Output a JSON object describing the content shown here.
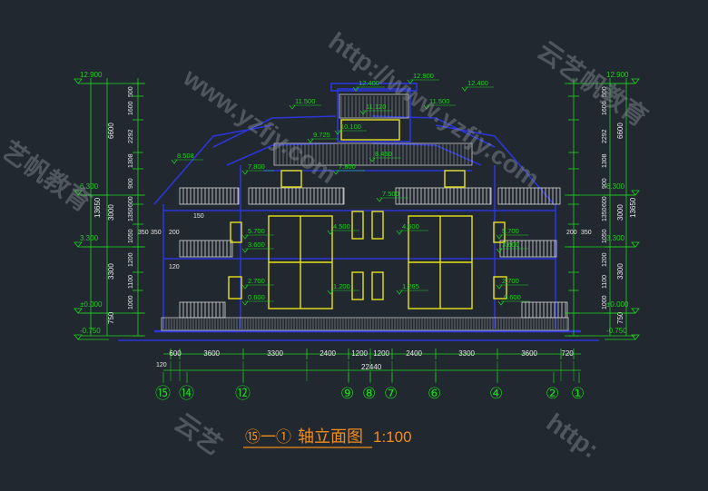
{
  "drawing": {
    "title_prefix": "⑮一①",
    "title_main": "轴立面图",
    "title_scale": "1:100",
    "colors": {
      "background": "#212830",
      "dimension": "#1fd11f",
      "structure": "#2c36d8",
      "window": "#e8e21a",
      "rail": "#d8d8d8",
      "text_white": "#e8e8e8",
      "title": "#f08c1e",
      "watermark": "#8a8f96"
    }
  },
  "elevations": {
    "left": [
      {
        "value": "12.900"
      },
      {
        "value": "6.300"
      },
      {
        "value": "3.300"
      },
      {
        "value": "±0.000"
      },
      {
        "value": "-0.750"
      }
    ],
    "right": [
      {
        "value": "12.900"
      },
      {
        "value": "6.300"
      },
      {
        "value": "3.300"
      },
      {
        "value": "±0.000"
      },
      {
        "value": "-0.750"
      }
    ],
    "roof": [
      {
        "value": "12.900"
      },
      {
        "value": "12.400"
      },
      {
        "value": "12.400"
      },
      {
        "value": "11.500"
      },
      {
        "value": "11.500"
      },
      {
        "value": "11.120"
      },
      {
        "value": "10.100"
      },
      {
        "value": "9.725"
      },
      {
        "value": "8.508"
      },
      {
        "value": "8.450"
      },
      {
        "value": "7.800"
      },
      {
        "value": "7.800"
      },
      {
        "value": "7.500"
      },
      {
        "value": "4.500"
      },
      {
        "value": "4.500"
      },
      {
        "value": "5.700"
      },
      {
        "value": "5.700"
      },
      {
        "value": "3.600"
      },
      {
        "value": "3.600"
      },
      {
        "value": "2.700"
      },
      {
        "value": "2.700"
      },
      {
        "value": "1.200"
      },
      {
        "value": "1.265"
      },
      {
        "value": "0.600"
      },
      {
        "value": "0.600"
      }
    ]
  },
  "vertical_dims": {
    "left_outer": [
      "6600",
      "3000",
      "3300",
      "750"
    ],
    "left_total": "13650",
    "left_inner": [
      "500",
      "1600",
      "2292",
      "1308",
      "900",
      "600",
      "1350",
      "1050",
      "1200",
      "1100",
      "1000"
    ],
    "right_outer": [
      "6600",
      "3000",
      "3300",
      "750"
    ],
    "right_total": "13650",
    "right_inner": [
      "500",
      "1600",
      "2292",
      "1308",
      "900",
      "600",
      "1350",
      "1050",
      "1200",
      "1100",
      "1000"
    ],
    "side_small": [
      "350",
      "350",
      "200",
      "200",
      "350",
      "120",
      "150"
    ]
  },
  "horizontal_dims": {
    "segments": [
      "600",
      "3600",
      "3300",
      "2400",
      "1200",
      "1200",
      "2400",
      "3300",
      "3600",
      "720"
    ],
    "total": "22440",
    "edge": "120"
  },
  "axes": [
    "⑮",
    "⑭",
    "⑫",
    "⑨",
    "⑧",
    "⑦",
    "⑥",
    "④",
    "②",
    "①"
  ]
}
